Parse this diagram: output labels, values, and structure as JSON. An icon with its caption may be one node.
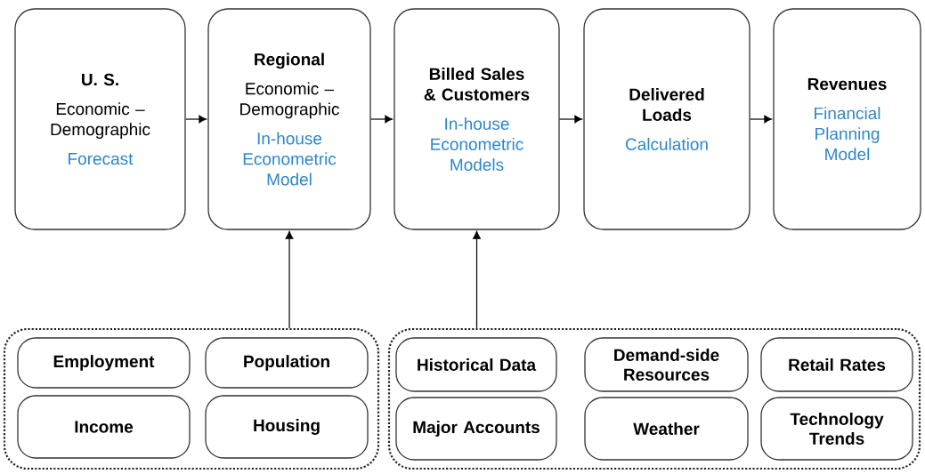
{
  "diagram": {
    "nodes": [
      {
        "text": [
          "U. S.",
          "Economic – Demographic",
          "Forecast"
        ]
      },
      {
        "text": [
          "Regional",
          "Economic – Demographic",
          "In-house Econometric Model"
        ]
      },
      {
        "text": [
          "Billed Sales & Customers",
          "In-house Econometric Models"
        ]
      },
      {
        "text": [
          "Delivered Loads",
          "Calculation"
        ]
      },
      {
        "text": [
          "Revenues",
          "Financial Planning Model"
        ]
      },
      {
        "text": [],
        "shape": "box"
      },
      {
        "text": [
          "Employment"
        ],
        "in": 5
      },
      {
        "text": [
          "Population"
        ],
        "in": 5
      },
      {
        "text": [
          "Income"
        ],
        "in": 5
      },
      {
        "text": [
          "Housing"
        ],
        "in": 5
      },
      {
        "text": [],
        "shape": "box"
      },
      {
        "text": [
          "Historical Data"
        ],
        "in": 10
      },
      {
        "text": [
          "Demand-side Resources"
        ],
        "in": 10
      },
      {
        "text": [
          "Retail Rates"
        ],
        "in": 10
      },
      {
        "text": [
          "Major Accounts"
        ],
        "in": 10
      },
      {
        "text": [
          "Weather"
        ],
        "in": 10
      },
      {
        "text": [
          "Technology Trends"
        ],
        "in": 10
      }
    ],
    "edges": [
      {
        "from": 0,
        "to": 1,
        "arrow": "to"
      },
      {
        "from": 1,
        "to": 2,
        "arrow": "to"
      },
      {
        "from": 2,
        "to": 3,
        "arrow": "to"
      },
      {
        "from": 3,
        "to": 4,
        "arrow": "to"
      },
      {
        "from": 5,
        "to": 1,
        "arrow": "to"
      },
      {
        "from": 10,
        "to": 2,
        "arrow": "to"
      }
    ]
  }
}
